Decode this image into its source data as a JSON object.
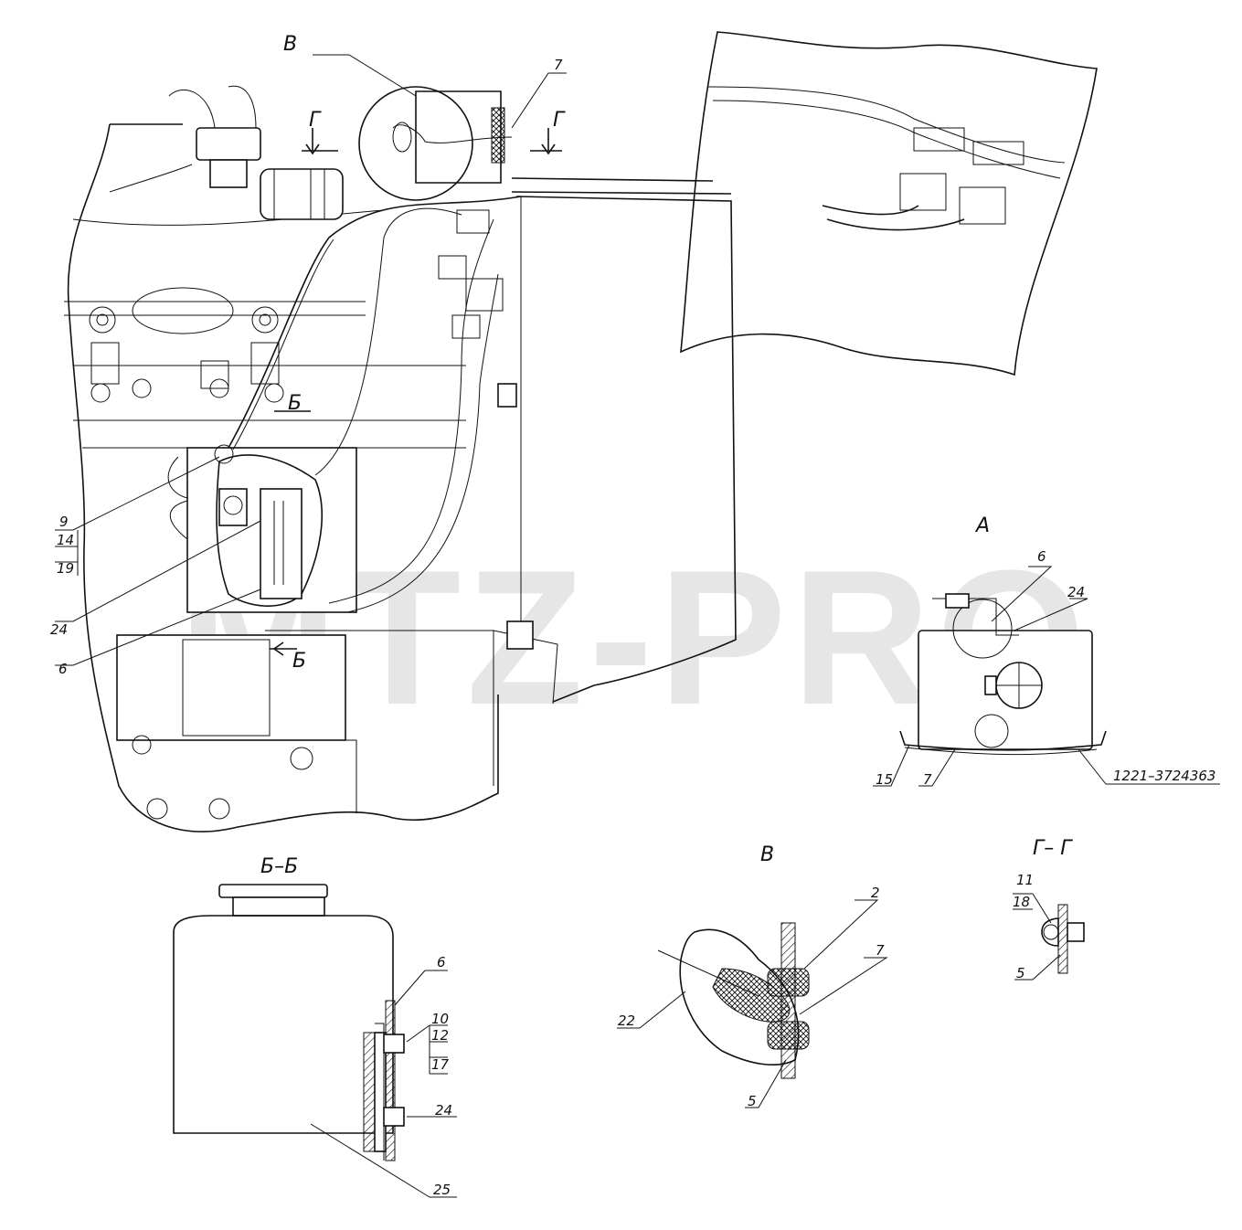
{
  "watermark": "MTZ-PRO",
  "views": {
    "main_view_label": "В",
    "section_g_marker_left": "Г",
    "section_g_marker_right": "Г",
    "section_b_marker_left": "Б",
    "section_b_marker_right": "Б",
    "view_a_title": "А",
    "section_bb_title": "Б–Б",
    "view_v_title": "В",
    "section_gg_title": "Г– Г"
  },
  "callouts": {
    "main": {
      "p7": "7",
      "p9": "9",
      "p14": "14",
      "p19": "19",
      "p24": "24",
      "p6": "6"
    },
    "view_a": {
      "p6": "6",
      "p24": "24",
      "p15": "15",
      "p7": "7",
      "part_number": "1221–3724363"
    },
    "section_bb": {
      "p6": "6",
      "p10": "10",
      "p12": "12",
      "p17": "17",
      "p24": "24",
      "p25": "25"
    },
    "view_v": {
      "p2": "2",
      "p7": "7",
      "p22": "22",
      "p5": "5"
    },
    "section_gg": {
      "p11": "11",
      "p18": "18",
      "p5": "5"
    }
  }
}
